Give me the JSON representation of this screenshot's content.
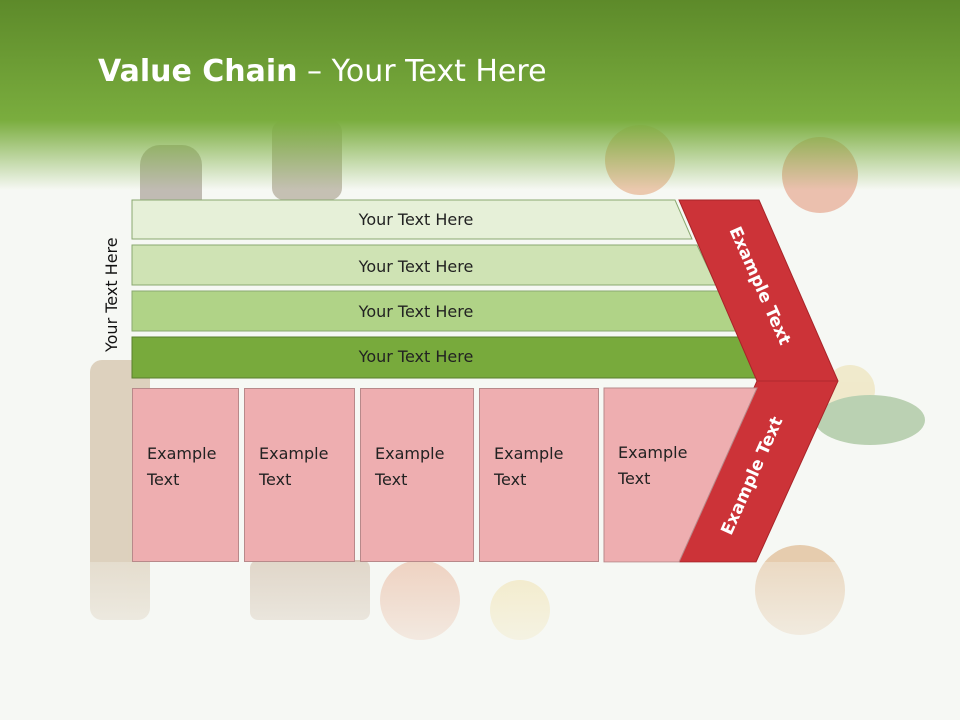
{
  "title": {
    "bold": "Value Chain",
    "rest": " – Your Text Here"
  },
  "side_label": "Your Text Here",
  "bars": [
    {
      "label": "Your Text Here",
      "color": "#e6f0d8"
    },
    {
      "label": "Your Text Here",
      "color": "#cfe3b4"
    },
    {
      "label": "Your Text Here",
      "color": "#b0d387"
    },
    {
      "label": "Your Text Here",
      "color": "#78aa3c"
    }
  ],
  "chevron": {
    "upper_label": "Example Text",
    "lower_label": "Example Text",
    "color": "#cc3338"
  },
  "boxes": [
    {
      "line1": "Example",
      "line2": "Text"
    },
    {
      "line1": "Example",
      "line2": "Text"
    },
    {
      "line1": "Example",
      "line2": "Text"
    },
    {
      "line1": "Example",
      "line2": "Text"
    },
    {
      "line1": "Example",
      "line2": "Text"
    }
  ],
  "colors": {
    "header_green": "#7aad3e",
    "box_pink": "#eeaeb0"
  }
}
